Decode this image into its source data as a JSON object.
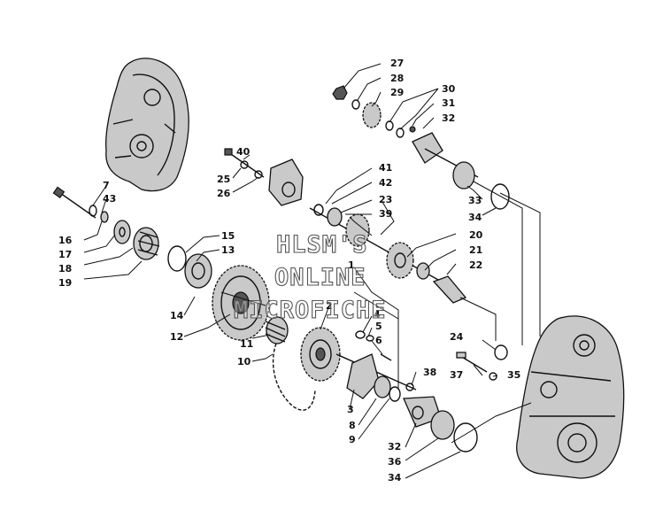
{
  "watermark": {
    "line1": "HLSM'S",
    "line2": "ONLINE",
    "line3": "MICROFICHE"
  },
  "callouts": [
    "1",
    "2",
    "3",
    "4",
    "5",
    "6",
    "7",
    "8",
    "9",
    "10",
    "11",
    "12",
    "13",
    "14",
    "15",
    "16",
    "17",
    "18",
    "19",
    "20",
    "21",
    "22",
    "23",
    "24",
    "25",
    "26",
    "27",
    "28",
    "29",
    "30",
    "31",
    "32",
    "32",
    "33",
    "34",
    "34",
    "35",
    "36",
    "37",
    "38",
    "39",
    "40",
    "41",
    "42",
    "43"
  ],
  "colors": {
    "ink": "#111111",
    "paper": "#ffffff"
  }
}
